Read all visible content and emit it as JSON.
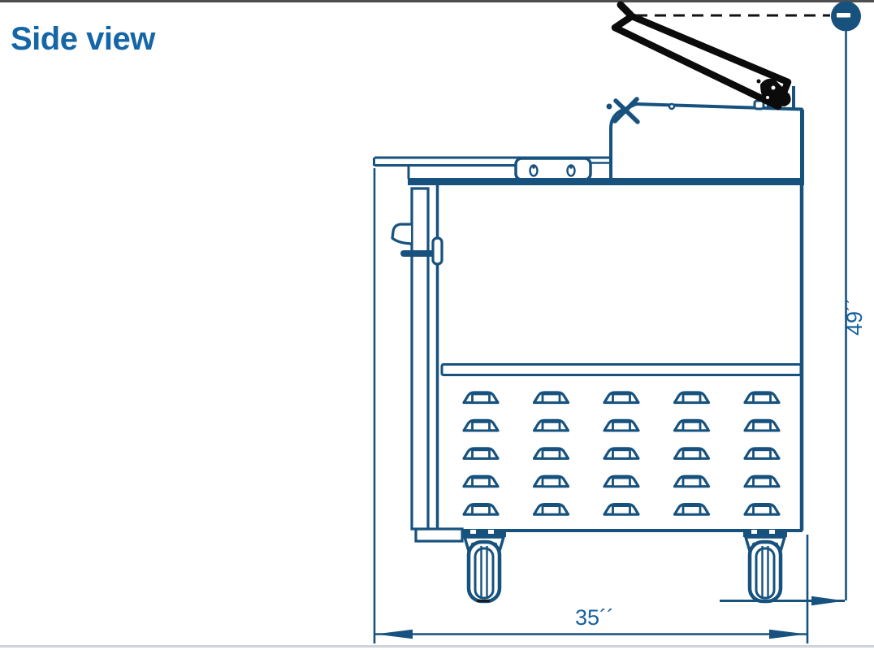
{
  "page": {
    "title": "Side view"
  },
  "diagram": {
    "description": "side-view line drawing of a refrigerated prep table",
    "lid_state": "open",
    "width_dim": {
      "label": "35´´",
      "orientation": "horizontal"
    },
    "height_dim": {
      "label": "49´´",
      "orientation": "vertical"
    },
    "height_marker": {
      "shape": "filled-circle",
      "glyph": "minus-dash"
    },
    "vents": {
      "rows": 5,
      "cols": 5
    },
    "casters": 2
  },
  "colors": {
    "line_blue": "#17527E",
    "title_blue": "#1566A7",
    "dim_text_blue": "#1761A0",
    "lid_black": "#0B0B0B",
    "top_border_gray": "#4F4F4F",
    "bottom_border_gray": "#CDD4DA",
    "background": "#FFFFFF"
  }
}
